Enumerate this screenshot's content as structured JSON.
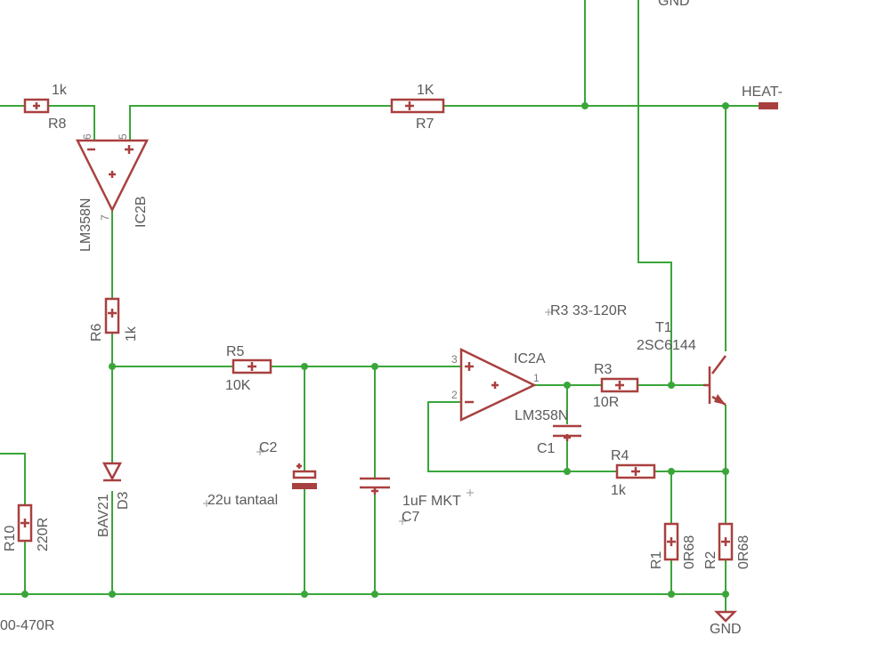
{
  "nets": {
    "gnd_top": "GND",
    "gnd_bottom": "GND",
    "heat": "HEAT-",
    "cut_note": "00-470R"
  },
  "components": {
    "R8": {
      "name": "R8",
      "value": "1k"
    },
    "R7": {
      "name": "R7",
      "value": "1K"
    },
    "R6": {
      "name": "R6",
      "value": "1k"
    },
    "R5": {
      "name": "R5",
      "value": "10K"
    },
    "R3": {
      "name": "R3",
      "value": "10R",
      "note": "R3 33-120R"
    },
    "R4": {
      "name": "R4",
      "value": "1k"
    },
    "R1": {
      "name": "R1",
      "value": "0R68"
    },
    "R2": {
      "name": "R2",
      "value": "0R68"
    },
    "R10": {
      "name": "R10",
      "value": "220R"
    },
    "C1": {
      "name": "C1"
    },
    "C2": {
      "name": "C2",
      "value": "22u tantaal"
    },
    "C7": {
      "name": "C7",
      "value": "1uF MKT"
    },
    "D3": {
      "name": "D3",
      "value": "BAV21"
    },
    "T1": {
      "name": "T1",
      "value": "2SC6144"
    },
    "IC2B": {
      "name": "IC2B",
      "value": "LM358N",
      "pins": [
        "6",
        "5",
        "7"
      ]
    },
    "IC2A": {
      "name": "IC2A",
      "value": "LM358N",
      "pins": [
        "3",
        "2",
        "1"
      ]
    }
  },
  "colors": {
    "wire": "#3aa63a",
    "part": "#a8403f",
    "label": "#5a5a5a",
    "background": "#ffffff"
  }
}
